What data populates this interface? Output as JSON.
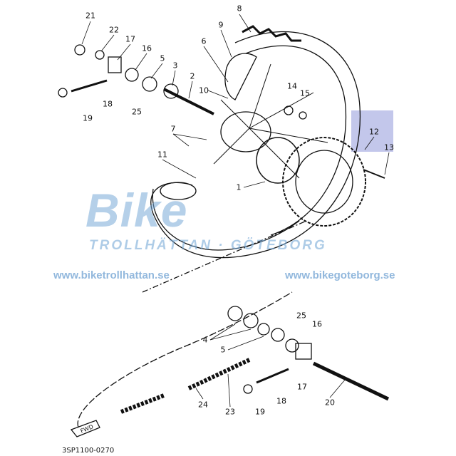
{
  "diagram": {
    "part_code": "3SP1100-0270",
    "fwd_label": "FWD",
    "highlight_color": "#b8bde8",
    "callouts_upper": [
      "21",
      "22",
      "17",
      "16",
      "5",
      "3",
      "2",
      "8",
      "9",
      "6",
      "10",
      "14",
      "15",
      "18",
      "19",
      "25",
      "7",
      "11",
      "1",
      "12",
      "13"
    ],
    "callouts_lower": [
      "25",
      "16",
      "4",
      "5",
      "17",
      "18",
      "20",
      "19",
      "24",
      "23"
    ]
  },
  "watermark": {
    "logo": "Bike",
    "subtitle": "TROLLHÄTTAN · GÖTEBORG",
    "url_left": "www.biketrollhattan.se",
    "url_right": "www.bikegoteborg.se",
    "color": "#78aad7"
  }
}
